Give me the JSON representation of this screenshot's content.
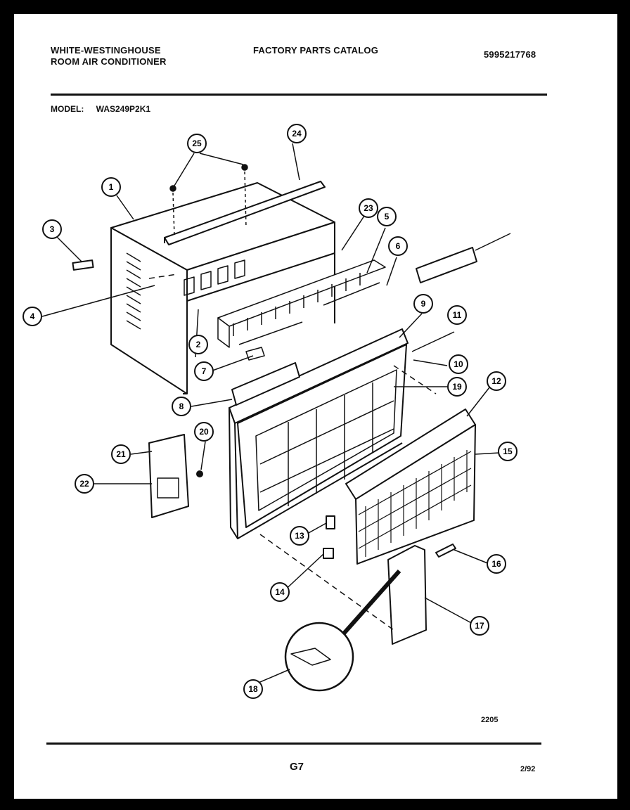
{
  "header": {
    "left_line1": "WHITE-WESTINGHOUSE",
    "left_line2": "ROOM AIR CONDITIONER",
    "center": "FACTORY PARTS CATALOG",
    "right": "5995217768"
  },
  "model": {
    "label": "MODEL:",
    "value": "WAS249P2K1"
  },
  "callouts": [
    "1",
    "2",
    "3",
    "4",
    "5",
    "6",
    "7",
    "8",
    "8",
    "8",
    "9",
    "10",
    "11",
    "12",
    "13",
    "14",
    "15",
    "16",
    "17",
    "18",
    "19",
    "20",
    "21",
    "22",
    "23",
    "24",
    "25"
  ],
  "footer": {
    "code": "2205",
    "page": "G7",
    "date": "2/92"
  }
}
